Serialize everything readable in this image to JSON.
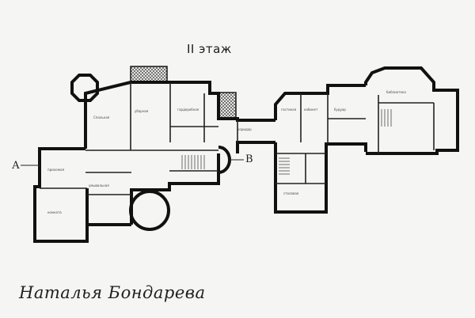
{
  "floor_title": "II этаж",
  "section_labels": {
    "a": "А",
    "b": "В"
  },
  "signature": "Наталья Бондарева",
  "rooms": [
    "Спальная",
    "уборная",
    "гардеробная",
    "коридор",
    "гостиная",
    "кабинет",
    "прихожая",
    "столовая",
    "умывальная",
    "комната",
    "будуар",
    "библиотека"
  ]
}
